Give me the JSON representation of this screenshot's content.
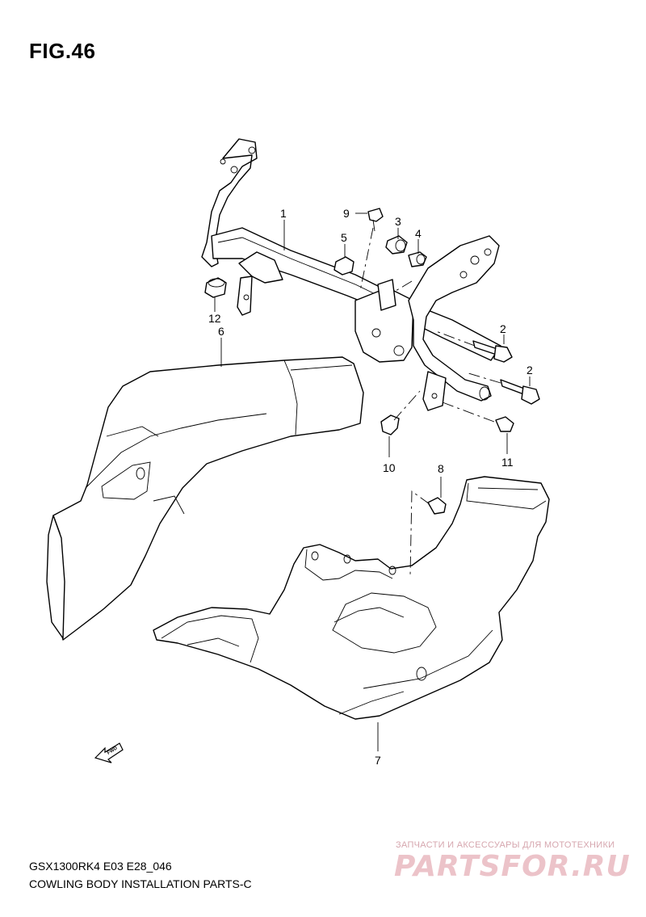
{
  "figure": {
    "title": "FIG.46"
  },
  "callouts": {
    "c1": "1",
    "c2a": "2",
    "c2b": "2",
    "c3": "3",
    "c4": "4",
    "c5": "5",
    "c6": "6",
    "c7": "7",
    "c8": "8",
    "c9": "9",
    "c10": "10",
    "c11": "11",
    "c12": "12"
  },
  "fwd_label": "FWD",
  "footer": {
    "model_code": "GSX1300RK4 E03 E28_046",
    "diagram_title": "COWLING BODY INSTALLATION PARTS-C"
  },
  "watermark": {
    "subtitle": "ЗАПЧАСТИ И АКСЕССУАРЫ ДЛЯ МОТОТЕХНИКИ",
    "logo": "PARTSFOR.RU"
  },
  "colors": {
    "line": "#000000",
    "background": "#ffffff",
    "watermark": "#e8b4bc"
  }
}
